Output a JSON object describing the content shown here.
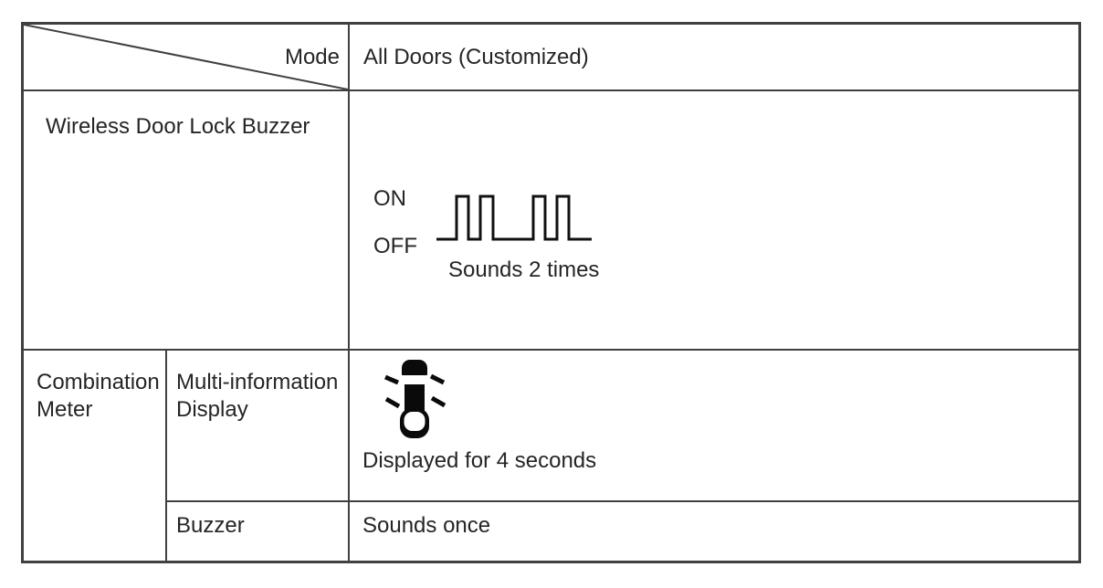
{
  "table": {
    "header": {
      "corner_label": "Mode",
      "mode_value": "All Doors (Customized)"
    },
    "rows": {
      "wireless_door_lock_buzzer": {
        "label": "Wireless Door Lock Buzzer",
        "waveform": {
          "type": "square-pulse-timing-diagram",
          "on_label": "ON",
          "off_label": "OFF",
          "caption": "Sounds 2 times",
          "pulse_groups": 2,
          "pulses_per_group": 2
        }
      },
      "combination_meter": {
        "label": "Combination Meter",
        "multi_information_display": {
          "label": "Multi-information Display",
          "icon": "car-doors-open-icon",
          "caption": "Displayed for 4 seconds"
        },
        "buzzer": {
          "label": "Buzzer",
          "value": "Sounds once"
        }
      }
    }
  },
  "colors": {
    "background": "#ffffff",
    "border": "#404040",
    "text": "#252525",
    "waveform": "#111111",
    "icon": "#0a0a0a"
  }
}
